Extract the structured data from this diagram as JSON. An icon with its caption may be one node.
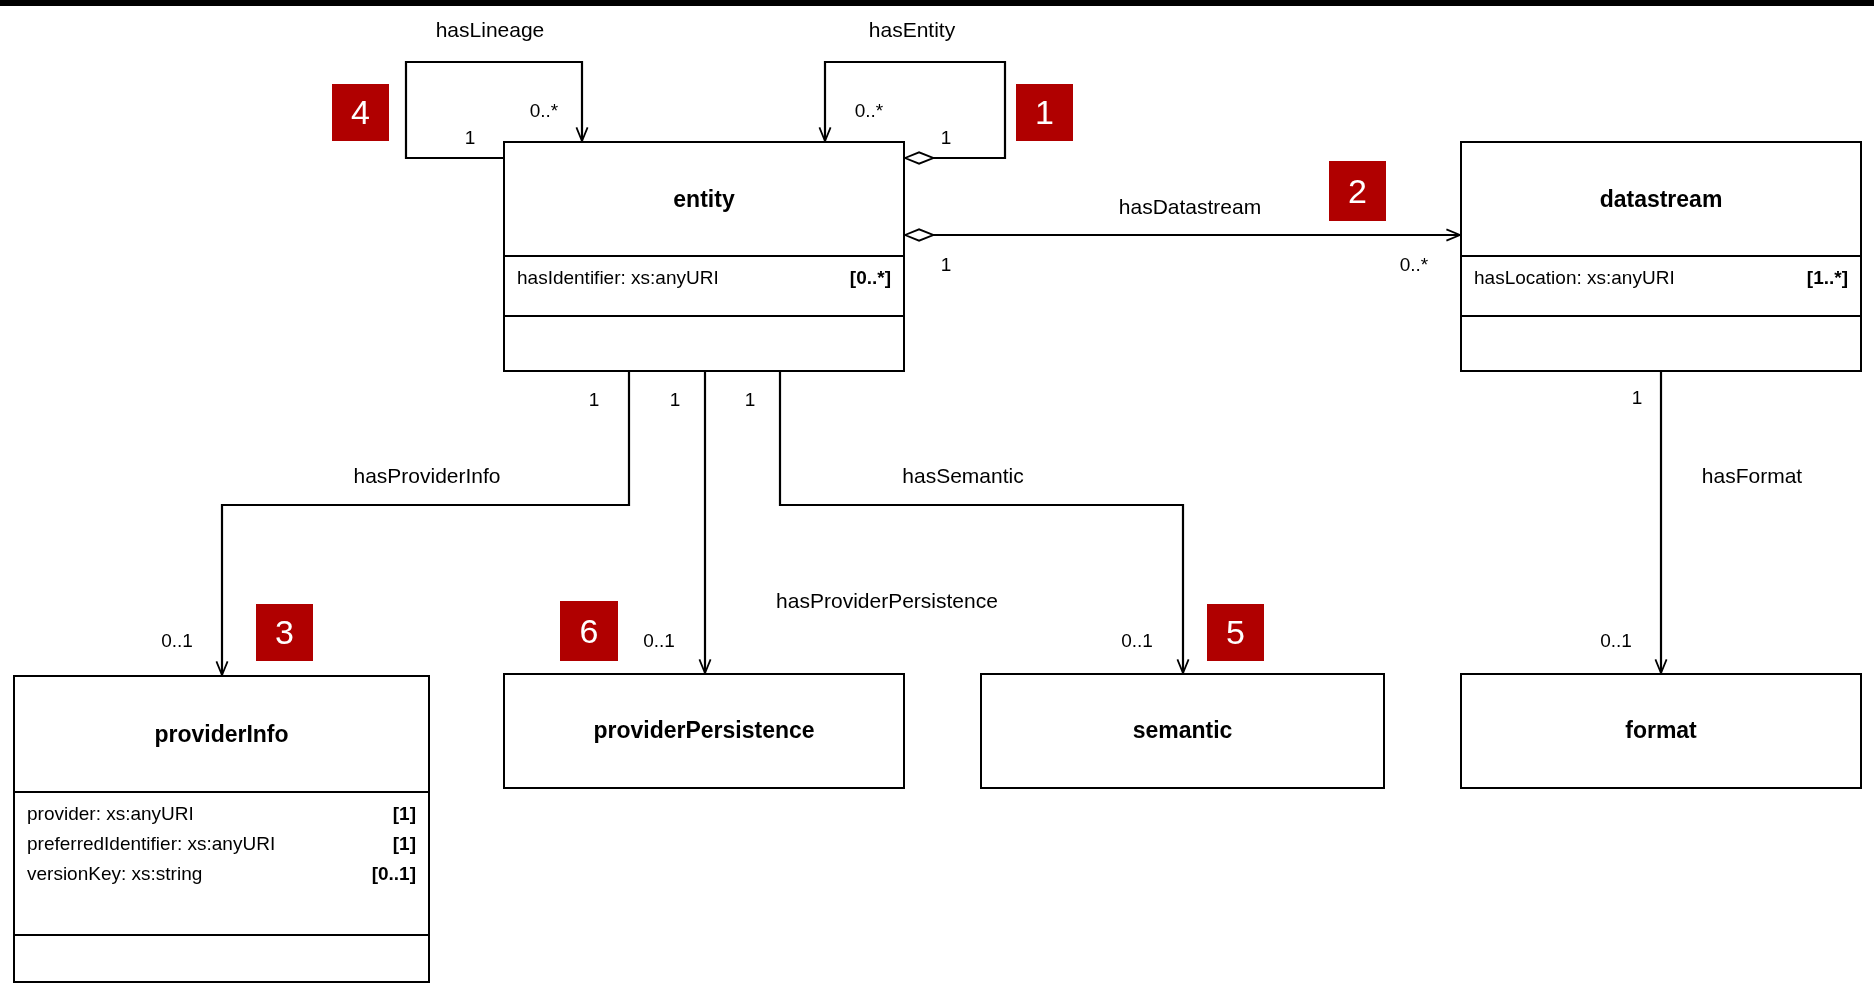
{
  "diagram": {
    "nodes": [
      {
        "text": [
          "4"
        ]
      },
      {
        "text": [
          "1"
        ]
      },
      {
        "text": [
          "entity",
          "hasIdentifier: xs:anyURI",
          "[0..*]"
        ]
      },
      {
        "text": [
          "2"
        ]
      },
      {
        "text": [
          "datastream",
          "hasLocation: xs:anyURI",
          "[1..*]"
        ]
      },
      {
        "text": [
          "3"
        ]
      },
      {
        "text": [
          "6"
        ]
      },
      {
        "text": [
          "5"
        ]
      },
      {
        "text": [
          "providerInfo",
          "provider: xs:anyURI",
          "[1]",
          "preferredIdentifier: xs:anyURI",
          "[1]",
          "versionKey: xs:string",
          "[0..1]"
        ]
      },
      {
        "text": [
          "providerPersistence"
        ]
      },
      {
        "text": [
          "semantic"
        ]
      },
      {
        "text": [
          "format"
        ]
      }
    ],
    "edges": [
      {
        "from": 2,
        "to": 2,
        "arrow": "to",
        "label": "hasLineage"
      },
      {
        "from": 2,
        "to": 2,
        "arrow": "to",
        "label": "hasEntity"
      },
      {
        "from": 2,
        "to": 4,
        "arrow": "to",
        "label": "hasDatastream"
      },
      {
        "from": 2,
        "to": 8,
        "arrow": "to",
        "label": "hasProviderInfo"
      },
      {
        "from": 2,
        "to": 9,
        "arrow": "to",
        "label": "hasProviderPersistence"
      },
      {
        "from": 2,
        "to": 10,
        "arrow": "to",
        "label": "hasSemantic"
      },
      {
        "from": 4,
        "to": 11,
        "arrow": "to",
        "label": "hasFormat"
      }
    ],
    "labels": [
      "1",
      "0..*",
      "0..*",
      "1",
      "1",
      "0..*",
      "1",
      "1",
      "1",
      "1",
      "0..1",
      "0..1",
      "0..1",
      "0..1"
    ]
  }
}
